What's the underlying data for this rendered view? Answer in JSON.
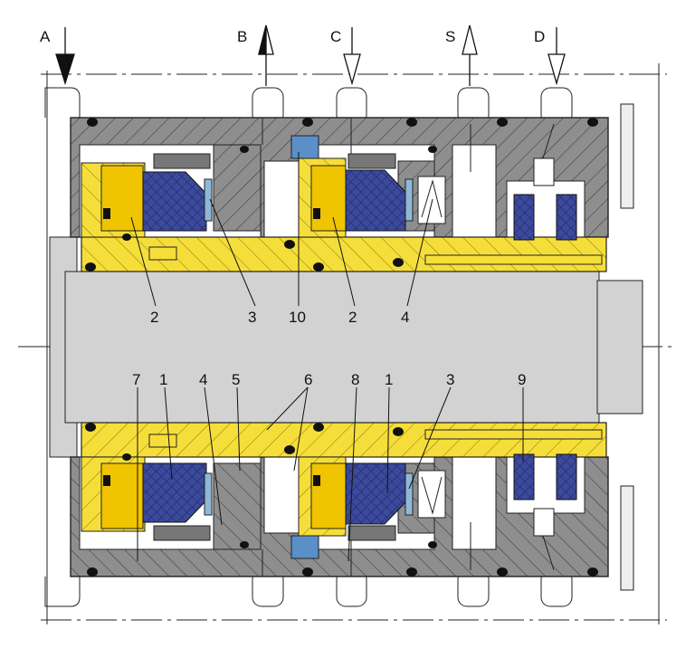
{
  "ports": [
    {
      "label": "A",
      "direction": "in",
      "filled": true
    },
    {
      "label": "B",
      "direction": "out",
      "filled": "half"
    },
    {
      "label": "C",
      "direction": "in",
      "filled": false
    },
    {
      "label": "S",
      "direction": "out",
      "filled": false
    },
    {
      "label": "D",
      "direction": "in",
      "filled": false
    }
  ],
  "callouts_top": [
    "2",
    "3",
    "10",
    "2",
    "4"
  ],
  "callouts_bottom": [
    "7",
    "1",
    "4",
    "5",
    "6",
    "8",
    "1",
    "3",
    "9"
  ],
  "colors": {
    "housing": "#8e8e8e",
    "shaft": "#d2d2d2",
    "sleeve": "#f6de3a",
    "ring": "#f0c400",
    "seal_face": "#3b4a9c",
    "spring_plate": "#8fb8d8"
  }
}
